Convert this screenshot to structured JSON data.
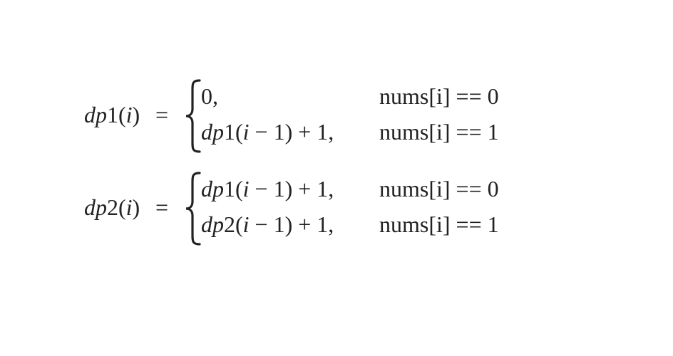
{
  "equations": [
    {
      "lhs": {
        "fn": "dp",
        "index": "1",
        "open": "(",
        "var": "i",
        "close": ")"
      },
      "equals": "=",
      "cases": [
        {
          "value_plain": "0,",
          "condition": "nums[i] == 0"
        },
        {
          "value_fn": "dp",
          "value_index": "1",
          "value_open": "(",
          "value_var": "i",
          "value_rest": " − 1) + 1,",
          "condition": "nums[i] == 1"
        }
      ]
    },
    {
      "lhs": {
        "fn": "dp",
        "index": "2",
        "open": "(",
        "var": "i",
        "close": ")"
      },
      "equals": "=",
      "cases": [
        {
          "value_fn": "dp",
          "value_index": "1",
          "value_open": "(",
          "value_var": "i",
          "value_rest": " − 1) + 1,",
          "condition": "nums[i] == 0"
        },
        {
          "value_fn": "dp",
          "value_index": "2",
          "value_open": "(",
          "value_var": "i",
          "value_rest": " − 1) + 1,",
          "condition": "nums[i] == 1"
        }
      ]
    }
  ]
}
